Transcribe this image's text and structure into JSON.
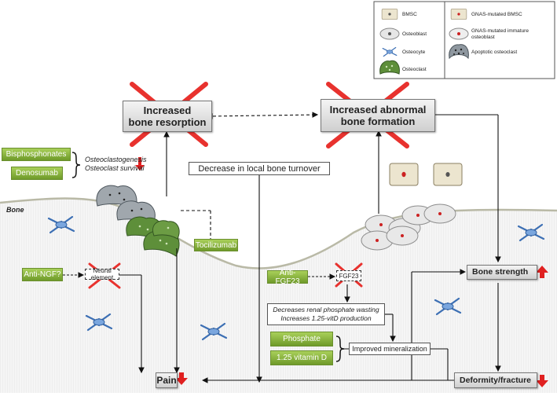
{
  "legend": {
    "bmsc": "BMSC",
    "osteoblast": "Osteoblast",
    "osteocyte": "Osteocyte",
    "osteoclast": "Osteoclast",
    "gnas_bmsc": "GNAS-mutated BMSC",
    "gnas_osteoblast_1": "GNAS-mutated immature",
    "gnas_osteoblast_2": "osteoblast",
    "apoptotic_osteoclast": "Apoptotic osteoclast"
  },
  "boxes": {
    "resorption_1": "Increased",
    "resorption_2": "bone resorption",
    "formation_1": "Increased abnormal",
    "formation_2": "bone formation",
    "local_turnover": "Decrease in local bone turnover",
    "bone_strength": "Bone strength",
    "pain": "Pain",
    "deformity": "Deformity/fracture",
    "neural": "Neural element",
    "fgf23": "FGF23",
    "renal_1": "Decreases renal phosphate wasting",
    "renal_2": "Increases 1.25-vitD production",
    "mineralization": "Improved mineralization"
  },
  "drugs": {
    "bisphosphonates": "Bisphosphonates",
    "denosumab": "Denosumab",
    "tocilizumab": "Tocilizumab",
    "anti_ngf": "Anti-NGF?",
    "anti_fgf23": "Anti-FGF23",
    "phosphate": "Phosphate",
    "vitamin_d": "1.25 vitamin D"
  },
  "effects": {
    "line_1": "Osteoclastogenesis",
    "line_2": "Osteoclast survival"
  },
  "labels": {
    "bone": "Bone"
  },
  "colors": {
    "drug_green": "#8ab545",
    "down_arrow_red": "#e02020",
    "cross_red": "#e8322e",
    "osteoclast_green": "#5e8f3a",
    "gnas_nucleus": "#cc2222"
  },
  "icons": [
    "x-cross-icon",
    "red-down-arrow-icon",
    "red-up-arrow-icon",
    "curly-brace-icon"
  ]
}
